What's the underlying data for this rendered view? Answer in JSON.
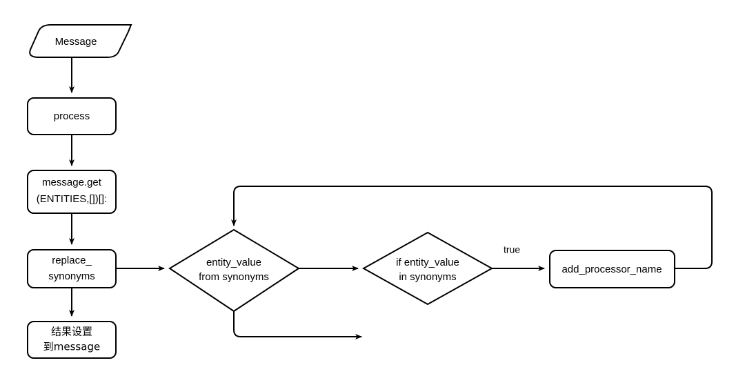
{
  "diagram": {
    "type": "flowchart",
    "title": "",
    "background_color": "#ffffff",
    "stroke_color": "#000000",
    "fill_color": "#ffffff",
    "nodes": [
      {
        "id": "message",
        "shape": "parallelogram",
        "label": "Message",
        "lines": [
          "Message"
        ]
      },
      {
        "id": "process",
        "shape": "rounded-rect",
        "label": "process",
        "lines": [
          "process"
        ]
      },
      {
        "id": "message-get",
        "shape": "rounded-rect",
        "label": "message.get (ENTITIES,[])[]:",
        "lines": [
          "message.get",
          "(ENTITIES,[])[]:"
        ]
      },
      {
        "id": "replace-synonyms",
        "shape": "rounded-rect",
        "label": "replace_ synonyms",
        "lines": [
          "replace_",
          "synonyms"
        ]
      },
      {
        "id": "set-result",
        "shape": "rounded-rect",
        "label": "结果设置 到message",
        "lines": [
          "结果设置",
          "到message"
        ]
      },
      {
        "id": "entity-value-from-synonyms",
        "shape": "diamond",
        "label": "entity_value from synonyms",
        "lines": [
          "entity_value",
          "from synonyms"
        ]
      },
      {
        "id": "if-entity-value-in-synonyms",
        "shape": "diamond",
        "label": "if entity_value in synonyms",
        "lines": [
          "if entity_value",
          "in synonyms"
        ]
      },
      {
        "id": "add-processor-name",
        "shape": "rounded-rect",
        "label": "add_processor_name",
        "lines": [
          "add_processor_name"
        ]
      }
    ],
    "edges": [
      {
        "id": "e1",
        "from": "message",
        "to": "process",
        "label": ""
      },
      {
        "id": "e2",
        "from": "process",
        "to": "message-get",
        "label": ""
      },
      {
        "id": "e3",
        "from": "message-get",
        "to": "replace-synonyms",
        "label": ""
      },
      {
        "id": "e4",
        "from": "replace-synonyms",
        "to": "set-result",
        "label": ""
      },
      {
        "id": "e5",
        "from": "replace-synonyms",
        "to": "entity-value-from-synonyms",
        "label": ""
      },
      {
        "id": "e6",
        "from": "entity-value-from-synonyms",
        "to": "if-entity-value-in-synonyms",
        "label": ""
      },
      {
        "id": "e7",
        "from": "if-entity-value-in-synonyms",
        "to": "add-processor-name",
        "label": "true"
      },
      {
        "id": "e8",
        "from": "add-processor-name",
        "to": "entity-value-from-synonyms",
        "label": ""
      },
      {
        "id": "e9",
        "from": "entity-value-from-synonyms",
        "to": "",
        "label": ""
      }
    ]
  }
}
